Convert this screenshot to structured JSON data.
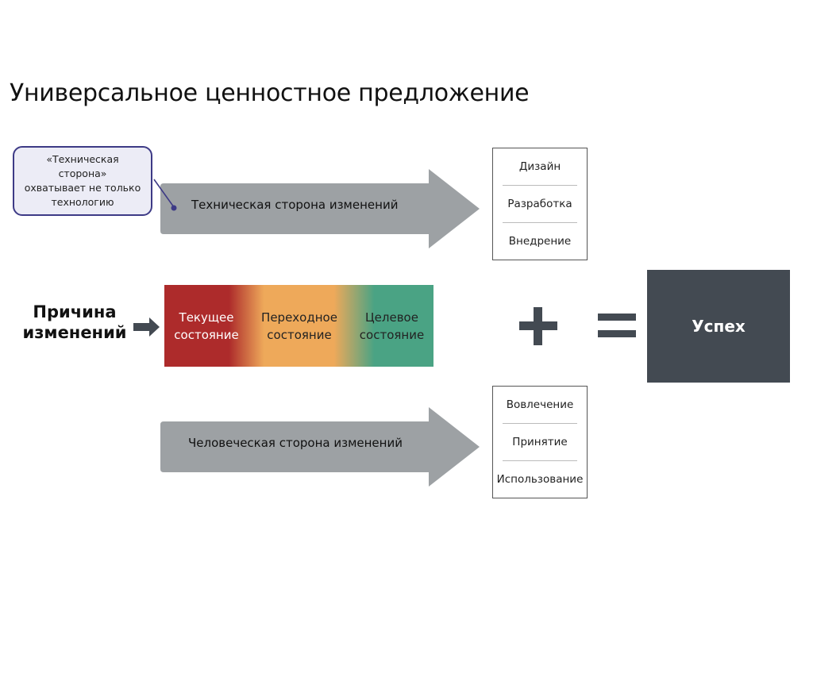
{
  "title": "Универсальное ценностное предложение",
  "callout": {
    "line1": "«Техническая сторона»",
    "line2": "охватывает не только",
    "line3": "технологию"
  },
  "technical_arrow": {
    "label": "Техническая сторона изменений"
  },
  "technical_list": [
    "Дизайн",
    "Разработка",
    "Внедрение"
  ],
  "cause": {
    "line1": "Причина",
    "line2": "изменений"
  },
  "states": [
    {
      "line1": "Текущее",
      "line2": "состояние"
    },
    {
      "line1": "Переходное",
      "line2": "состояние"
    },
    {
      "line1": "Целевое",
      "line2": "состояние"
    }
  ],
  "operators": {
    "plus": "+",
    "equals": "="
  },
  "result": {
    "label": "Успех"
  },
  "human_arrow": {
    "label": "Человеческая сторона изменений"
  },
  "human_list": [
    "Вовлечение",
    "Принятие",
    "Использование"
  ],
  "colors": {
    "arrow_gray": "#9da1a4",
    "callout_border": "#3d3a86",
    "callout_fill": "#ececf6",
    "state_current": "#ad2b2b",
    "state_transition": "#eea95a",
    "state_target": "#4aa384",
    "success_fill": "#434a52",
    "operator": "#434a52"
  }
}
